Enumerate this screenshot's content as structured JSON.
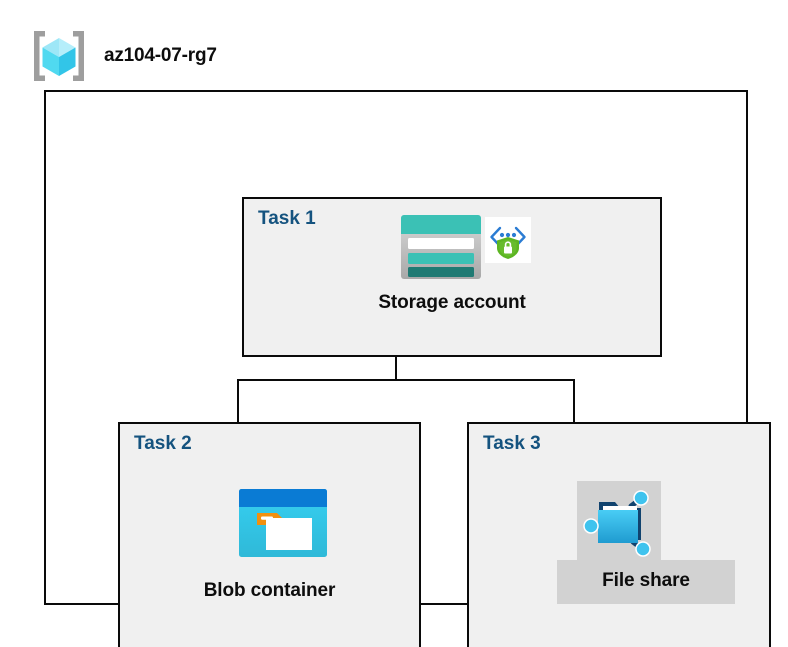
{
  "header": {
    "icon": "resource-group-cube-icon",
    "title": "az104-07-rg7"
  },
  "container": {
    "name": "resource-group-container"
  },
  "tasks": [
    {
      "id": "task1",
      "label": "Task 1",
      "node": {
        "caption": "Storage account",
        "icon": "storage-account-icon",
        "badge": "secure-endpoint-shield-lock-badge-icon",
        "selected": false
      }
    },
    {
      "id": "task2",
      "label": "Task 2",
      "node": {
        "caption": "Blob container",
        "icon": "blob-container-icon",
        "badge": null,
        "selected": false
      }
    },
    {
      "id": "task3",
      "label": "Task 3",
      "node": {
        "caption": "File share",
        "icon": "file-share-icon",
        "badge": null,
        "selected": true
      }
    }
  ],
  "connectors": [
    {
      "from": "storage-account",
      "to": "blob-container"
    },
    {
      "from": "storage-account",
      "to": "file-share"
    }
  ],
  "colors": {
    "task_label": "#15537f",
    "caption": "#0d0d0d",
    "box_border": "#0a0a0a",
    "box_fill": "#f0f0f0",
    "page_background": "#ffffff",
    "selection_highlight": "#d2d2d2",
    "storage_teal": "#3bc1b5",
    "storage_teal_dark": "#1f7a73",
    "blob_blue": "#0a7bd4",
    "blob_cyan": "#32c9eb",
    "blob_orange": "#f2900f",
    "fileshare_cyan": "#3fc3ee",
    "fileshare_navy": "#11436e",
    "badge_green": "#5cb522",
    "badge_blue": "#2b7cd3",
    "cube_cyan_light": "#9ee7f7",
    "cube_cyan": "#50d9f0",
    "cube_cyan_dark": "#32c5e8",
    "bracket_gray": "#9e9e9e"
  }
}
